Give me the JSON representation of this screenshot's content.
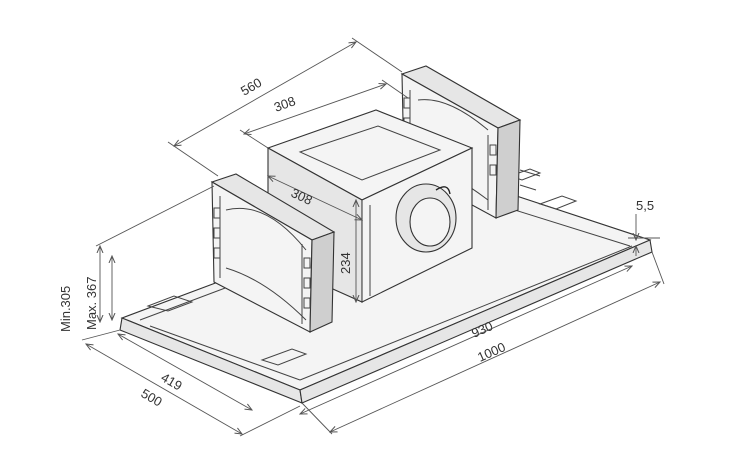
{
  "dimensions": {
    "width_total": "560",
    "motor_width_top": "308",
    "motor_depth": "308",
    "motor_height": "234",
    "frame_length": "930",
    "total_length": "1000",
    "panel_depth_inner": "419",
    "panel_depth_outer": "500",
    "panel_thickness": "5,5",
    "min_height": "Min.305",
    "max_height": "Max. 367"
  }
}
